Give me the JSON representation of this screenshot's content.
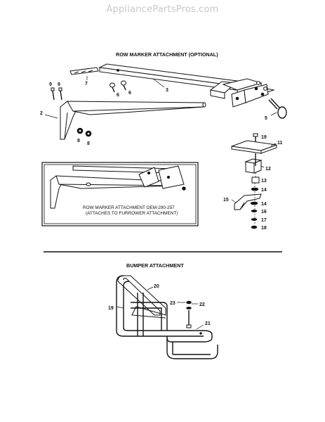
{
  "watermark": "AppliancePartsPros.com",
  "row_marker": {
    "title": "ROW MARKER ATTACHMENT (OPTIONAL)",
    "inset_line1": "ROW MARKER ATTACHMENT OEM-290-257",
    "inset_line2": "(ATTACHES TO FURROWER ATTACHMENT)"
  },
  "bumper": {
    "title": "BUMPER ATTACHMENT"
  },
  "callouts": {
    "c2": "2",
    "c3": "3",
    "c5": "5",
    "c6a": "6",
    "c6b": "6",
    "c7": "7",
    "c8a": "8",
    "c8b": "8",
    "c9a": "9",
    "c9b": "9",
    "c11": "11",
    "c12": "12",
    "c13": "13",
    "c14a": "14",
    "c14b": "14",
    "c15": "15",
    "c16": "16",
    "c17": "17",
    "c18": "18",
    "c19a": "19",
    "c19b": "19",
    "c20": "20",
    "c21": "21",
    "c22": "22",
    "c23": "23"
  }
}
